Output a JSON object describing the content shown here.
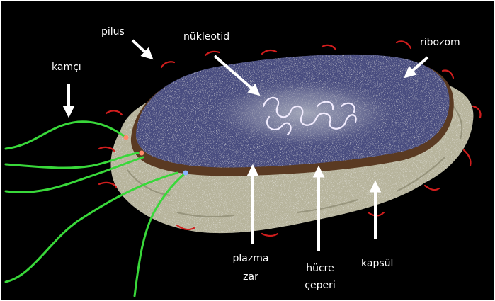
{
  "colors": {
    "background": "#000000",
    "frame": "#ffffff",
    "label_text": "#ffffff",
    "arrow": "#ffffff",
    "cell_body": "#4a4d80",
    "nucleoid_region": "#8a8ea6",
    "cell_wall": "#5a3a22",
    "capsule": "#b7b49c",
    "flagellum": "#39d83a",
    "pilus": "#d01d1d"
  },
  "labels": {
    "pilus": "pilus",
    "kamci": "kamçı",
    "nukleotid": "nükleotid",
    "ribozom": "ribozom",
    "plazma_line1": "plazma",
    "plazma_line2": "zar",
    "hucre_line1": "hücre",
    "hucre_line2": "çeperi",
    "kapsul": "kapsül"
  },
  "icons": {
    "arrow": "arrow-pointer-icon"
  }
}
